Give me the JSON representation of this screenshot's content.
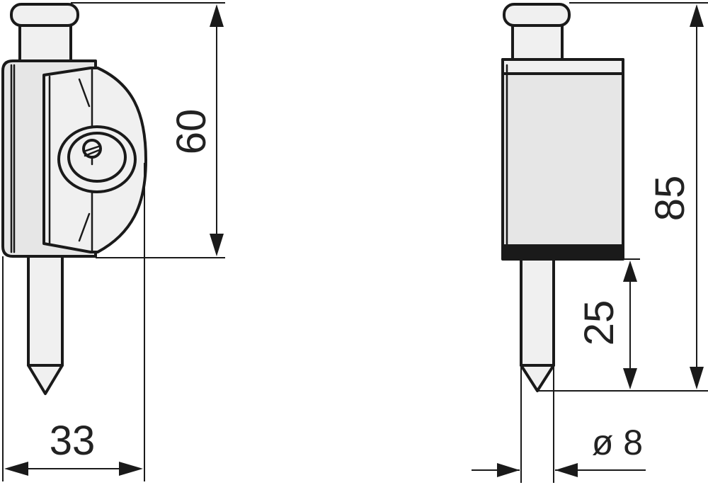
{
  "diagram": {
    "dimensions": {
      "front_height": "60",
      "front_width": "33",
      "side_total_height": "85",
      "pin_length": "25",
      "pin_diameter": "ø 8"
    },
    "colors": {
      "outline": "#1a1a1a",
      "body_fill": "#e6e6e6",
      "light_fill": "#f0f0f0",
      "background": "#ffffff"
    }
  }
}
